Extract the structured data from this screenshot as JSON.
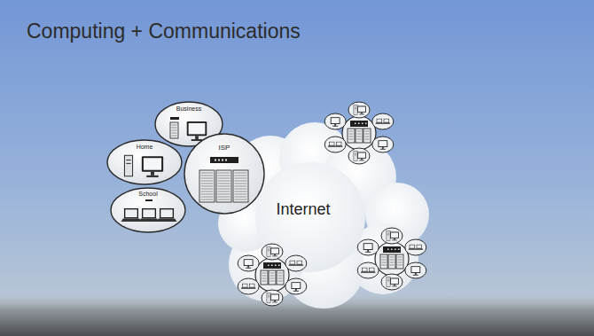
{
  "diagram": {
    "title": "Computing + Communications",
    "nodes": [
      {
        "text": [
          "Business"
        ]
      },
      {
        "text": [
          "Home"
        ]
      },
      {
        "text": [
          "ISP"
        ]
      },
      {
        "text": [
          "School"
        ]
      },
      {
        "text": [
          "Internet"
        ]
      }
    ]
  }
}
